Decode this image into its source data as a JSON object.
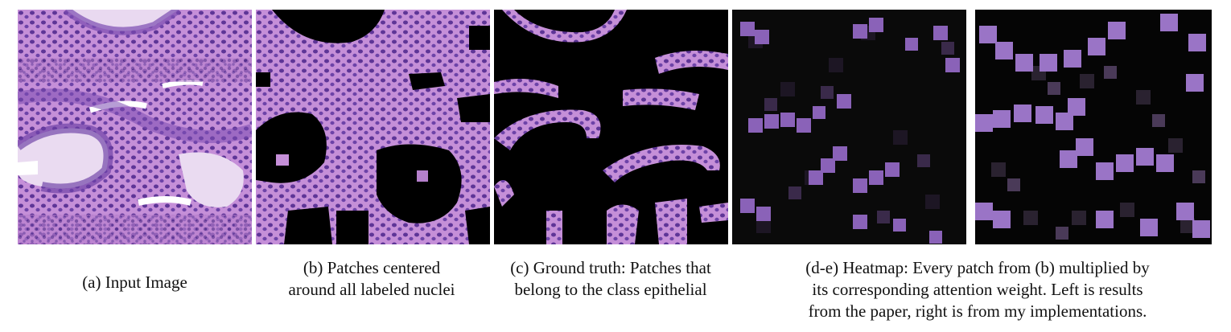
{
  "figure": {
    "panels": [
      {
        "id": "a",
        "caption_lines": [
          "(a) Input Image"
        ]
      },
      {
        "id": "b",
        "caption_lines": [
          "(b) Patches centered",
          "around all labeled nuclei"
        ]
      },
      {
        "id": "c",
        "caption_lines": [
          "(c) Ground truth: Patches that",
          "belong to the class epithelial"
        ]
      },
      {
        "id": "d-e",
        "caption_lines": [
          "(d-e) Heatmap: Every patch from (b) multiplied by",
          "its corresponding attention weight. Left is results",
          "from the paper, right is from my implementations."
        ]
      }
    ]
  },
  "colors": {
    "tissue_pink": "#c88fd6",
    "nuclei_purple": "#6b3fa3",
    "background_black": "#000000",
    "epithelial_violet": "#a77ed6"
  }
}
